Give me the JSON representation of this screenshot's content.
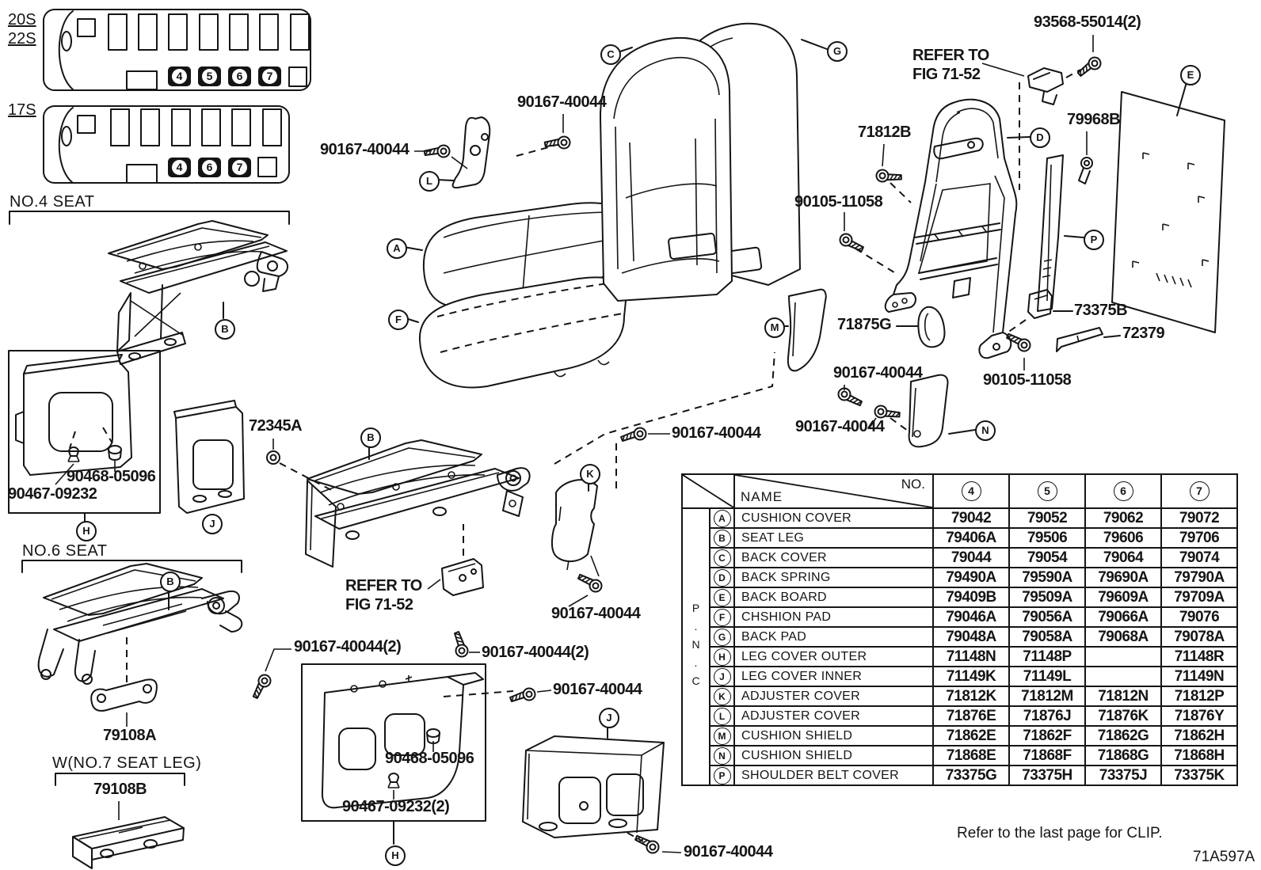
{
  "colors": {
    "ink": "#151515",
    "paper": "#ffffff"
  },
  "plans": [
    {
      "codes": [
        "20S",
        "22S"
      ],
      "highlighted_seats": [
        "4",
        "5",
        "6",
        "7"
      ]
    },
    {
      "codes": [
        "17S"
      ],
      "highlighted_seats": [
        "4",
        "6",
        "7"
      ]
    }
  ],
  "sections": {
    "no4": "NO.4 SEAT",
    "no6": "NO.6 SEAT",
    "no7": "W(NO.7 SEAT LEG)"
  },
  "balloons": [
    {
      "letter": "C"
    },
    {
      "letter": "G"
    },
    {
      "letter": "A"
    },
    {
      "letter": "F"
    },
    {
      "letter": "L"
    },
    {
      "letter": "E"
    },
    {
      "letter": "D"
    },
    {
      "letter": "P"
    },
    {
      "letter": "M"
    },
    {
      "letter": "N"
    },
    {
      "letter": "B"
    },
    {
      "letter": "H"
    },
    {
      "letter": "J"
    },
    {
      "letter": "B"
    },
    {
      "letter": "B"
    },
    {
      "letter": "K"
    },
    {
      "letter": "H"
    },
    {
      "letter": "J"
    }
  ],
  "callouts": [
    {
      "text": "93568-55014(2)"
    },
    {
      "text": "REFER TO"
    },
    {
      "text": "FIG 71-52"
    },
    {
      "text": "71812B"
    },
    {
      "text": "79968B"
    },
    {
      "text": "90105-11058"
    },
    {
      "text": "90167-40044"
    },
    {
      "text": "90167-40044"
    },
    {
      "text": "73375B"
    },
    {
      "text": "72379"
    },
    {
      "text": "71875G"
    },
    {
      "text": "90105-11058"
    },
    {
      "text": "90167-40044"
    },
    {
      "text": "90167-40044"
    },
    {
      "text": "90167-40044"
    },
    {
      "text": "72345A"
    },
    {
      "text": "REFER TO"
    },
    {
      "text": "FIG 71-52"
    },
    {
      "text": "90167-40044"
    },
    {
      "text": "90167-40044(2)"
    },
    {
      "text": "90167-40044(2)"
    },
    {
      "text": "90167-40044"
    },
    {
      "text": "90468-05096"
    },
    {
      "text": "90467-09232(2)"
    },
    {
      "text": "90468-05096"
    },
    {
      "text": "90467-09232"
    },
    {
      "text": "79108A"
    },
    {
      "text": "79108B"
    },
    {
      "text": "90167-40044"
    }
  ],
  "table": {
    "corner_name": "NAME",
    "corner_no": "NO.",
    "side_label": "P.N.C",
    "columns": [
      "4",
      "5",
      "6",
      "7"
    ],
    "rows": [
      {
        "key": "A",
        "name": "CUSHION COVER",
        "values": [
          "79042",
          "79052",
          "79062",
          "79072"
        ]
      },
      {
        "key": "B",
        "name": "SEAT LEG",
        "values": [
          "79406A",
          "79506",
          "79606",
          "79706"
        ]
      },
      {
        "key": "C",
        "name": "BACK COVER",
        "values": [
          "79044",
          "79054",
          "79064",
          "79074"
        ]
      },
      {
        "key": "D",
        "name": "BACK SPRING",
        "values": [
          "79490A",
          "79590A",
          "79690A",
          "79790A"
        ]
      },
      {
        "key": "E",
        "name": "BACK BOARD",
        "values": [
          "79409B",
          "79509A",
          "79609A",
          "79709A"
        ]
      },
      {
        "key": "F",
        "name": "CHSHION PAD",
        "values": [
          "79046A",
          "79056A",
          "79066A",
          "79076"
        ]
      },
      {
        "key": "G",
        "name": "BACK PAD",
        "values": [
          "79048A",
          "79058A",
          "79068A",
          "79078A"
        ]
      },
      {
        "key": "H",
        "name": "LEG COVER OUTER",
        "values": [
          "71148N",
          "71148P",
          "",
          "71148R"
        ]
      },
      {
        "key": "J",
        "name": "LEG COVER INNER",
        "values": [
          "71149K",
          "71149L",
          "",
          "71149N"
        ]
      },
      {
        "key": "K",
        "name": "ADJUSTER COVER",
        "values": [
          "71812K",
          "71812M",
          "71812N",
          "71812P"
        ]
      },
      {
        "key": "L",
        "name": "ADJUSTER COVER",
        "values": [
          "71876E",
          "71876J",
          "71876K",
          "71876Y"
        ]
      },
      {
        "key": "M",
        "name": "CUSHION SHIELD",
        "values": [
          "71862E",
          "71862F",
          "71862G",
          "71862H"
        ]
      },
      {
        "key": "N",
        "name": "CUSHION SHIELD",
        "values": [
          "71868E",
          "71868F",
          "71868G",
          "71868H"
        ]
      },
      {
        "key": "P",
        "name": "SHOULDER BELT COVER",
        "values": [
          "73375G",
          "73375H",
          "73375J",
          "73375K"
        ]
      }
    ]
  },
  "footer": {
    "note": "Refer to the last page for CLIP.",
    "code": "71A597A"
  }
}
